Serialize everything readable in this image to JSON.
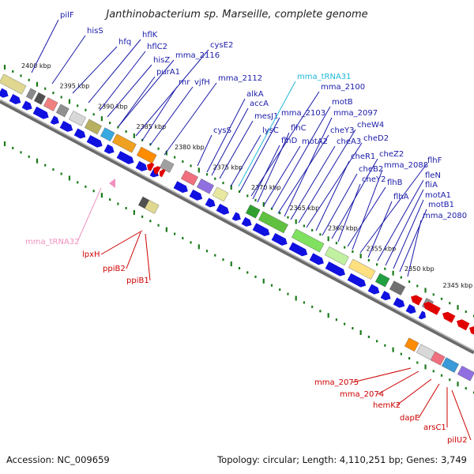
{
  "title": "Janthinobacterium sp. Marseille, complete genome",
  "accession": "Accession: NC_009659",
  "summary": "Topology: circular; Length: 4,110,251 bp; Genes: 3,749",
  "colors": {
    "forward_arrow": "#1010e0",
    "reverse_arrow": "#e00000",
    "label_blue": "#1a1aa8",
    "label_red": "#cc0000",
    "label_cyan": "#20b8d8",
    "label_pink": "#f090c0",
    "backbone": "#777777",
    "tick_green": "#1a7a1a"
  },
  "kbp_marks": [
    "2400 kbp",
    "2395 kbp",
    "2390 kbp",
    "2385 kbp",
    "2380 kbp",
    "2375 kbp",
    "2370 kbp",
    "2365 kbp",
    "2360 kbp",
    "2355 kbp",
    "2350 kbp",
    "2345 kbp"
  ],
  "upper_labels": [
    {
      "name": "pilF",
      "kind": "blue"
    },
    {
      "name": "hisS",
      "kind": "blue"
    },
    {
      "name": "hfq",
      "kind": "blue"
    },
    {
      "name": "hflK",
      "kind": "blue"
    },
    {
      "name": "hflC2",
      "kind": "blue"
    },
    {
      "name": "hisZ",
      "kind": "blue"
    },
    {
      "name": "mma_2116",
      "kind": "blue"
    },
    {
      "name": "purA1",
      "kind": "blue"
    },
    {
      "name": "cysE2",
      "kind": "blue"
    },
    {
      "name": "rnr",
      "kind": "blue"
    },
    {
      "name": "vjfH",
      "kind": "blue"
    },
    {
      "name": "mma_2112",
      "kind": "blue"
    },
    {
      "name": "cysS",
      "kind": "blue"
    },
    {
      "name": "alkA",
      "kind": "blue"
    },
    {
      "name": "accA",
      "kind": "blue"
    },
    {
      "name": "mesJ1",
      "kind": "blue"
    },
    {
      "name": "mma_tRNA31",
      "kind": "cyan"
    },
    {
      "name": "lysC",
      "kind": "blue"
    },
    {
      "name": "mma_2103",
      "kind": "blue"
    },
    {
      "name": "mma_2100",
      "kind": "blue"
    },
    {
      "name": "flhD",
      "kind": "blue"
    },
    {
      "name": "flhC",
      "kind": "blue"
    },
    {
      "name": "motA2",
      "kind": "blue"
    },
    {
      "name": "motB",
      "kind": "blue"
    },
    {
      "name": "cheY3",
      "kind": "blue"
    },
    {
      "name": "mma_2097",
      "kind": "blue"
    },
    {
      "name": "cheA3",
      "kind": "blue"
    },
    {
      "name": "cheW4",
      "kind": "blue"
    },
    {
      "name": "cheD2",
      "kind": "blue"
    },
    {
      "name": "cheR1",
      "kind": "blue"
    },
    {
      "name": "cheB2",
      "kind": "blue"
    },
    {
      "name": "cheZ2",
      "kind": "blue"
    },
    {
      "name": "cheY2",
      "kind": "blue"
    },
    {
      "name": "flhB",
      "kind": "blue"
    },
    {
      "name": "mma_2088",
      "kind": "blue"
    },
    {
      "name": "flhF",
      "kind": "blue"
    },
    {
      "name": "flhA",
      "kind": "blue"
    },
    {
      "name": "fleN",
      "kind": "blue"
    },
    {
      "name": "fliA",
      "kind": "blue"
    },
    {
      "name": "motA1",
      "kind": "blue"
    },
    {
      "name": "motB1",
      "kind": "blue"
    },
    {
      "name": "mma_2080",
      "kind": "blue"
    }
  ],
  "lower_labels": [
    {
      "name": "mma_tRNA32",
      "kind": "pink"
    },
    {
      "name": "lpxH",
      "kind": "red"
    },
    {
      "name": "ppiB2",
      "kind": "red"
    },
    {
      "name": "ppiB1",
      "kind": "red"
    },
    {
      "name": "mma_2075",
      "kind": "red"
    },
    {
      "name": "mma_2074",
      "kind": "red"
    },
    {
      "name": "hemK2",
      "kind": "red"
    },
    {
      "name": "dapE",
      "kind": "red"
    },
    {
      "name": "arsC1",
      "kind": "red"
    },
    {
      "name": "pilU2",
      "kind": "red"
    }
  ]
}
